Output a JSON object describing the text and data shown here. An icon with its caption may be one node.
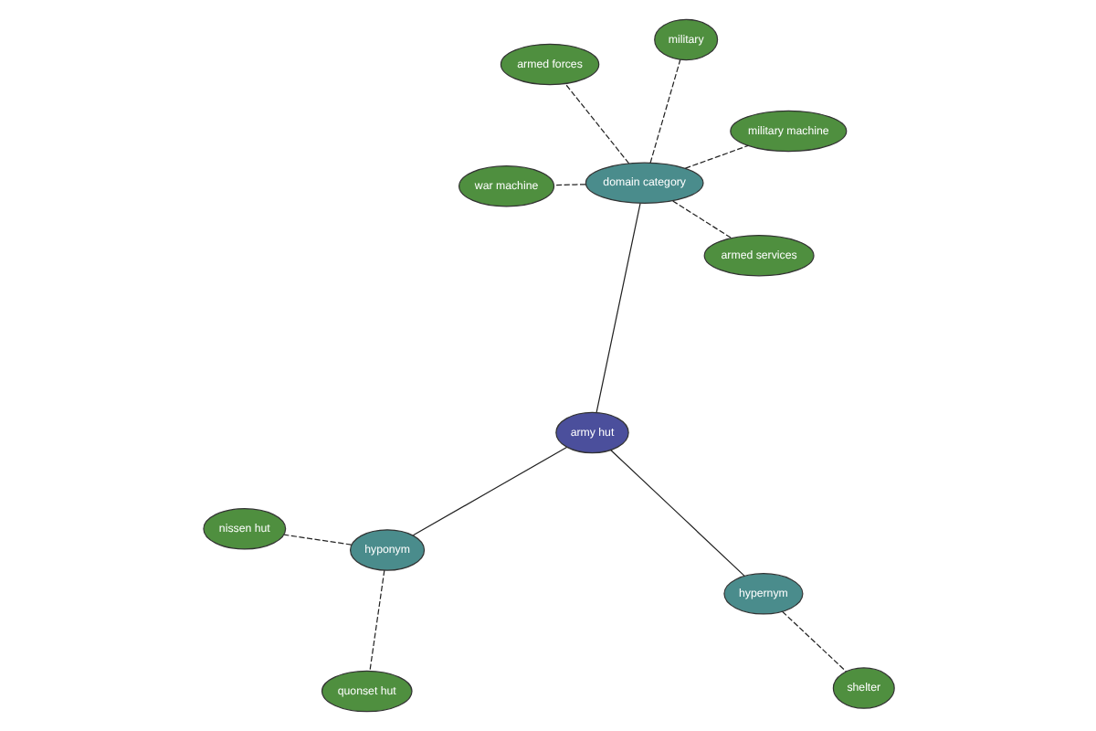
{
  "diagram": {
    "nodes": [
      {
        "text": [
          "army hut"
        ]
      },
      {
        "text": [
          "hypernym"
        ]
      },
      {
        "text": [
          "shelter"
        ]
      },
      {
        "text": [
          "domain category"
        ]
      },
      {
        "text": [
          "military"
        ]
      },
      {
        "text": [
          "armed forces"
        ]
      },
      {
        "text": [
          "war machine"
        ]
      },
      {
        "text": [
          "military machine"
        ]
      },
      {
        "text": [
          "armed services"
        ]
      },
      {
        "text": [
          "hyponym"
        ]
      },
      {
        "text": [
          "quonset hut"
        ]
      },
      {
        "text": [
          "nissen hut"
        ]
      }
    ],
    "edges": [
      {
        "from": 0,
        "to": 1,
        "arrow": "none"
      },
      {
        "from": 1,
        "to": 2,
        "arrow": "none",
        "style": "dashed"
      },
      {
        "from": 0,
        "to": 3,
        "arrow": "none"
      },
      {
        "from": 3,
        "to": 4,
        "arrow": "none",
        "style": "dashed"
      },
      {
        "from": 3,
        "to": 5,
        "arrow": "none",
        "style": "dashed"
      },
      {
        "from": 3,
        "to": 6,
        "arrow": "none",
        "style": "dashed"
      },
      {
        "from": 3,
        "to": 7,
        "arrow": "none",
        "style": "dashed"
      },
      {
        "from": 3,
        "to": 8,
        "arrow": "none",
        "style": "dashed"
      },
      {
        "from": 0,
        "to": 9,
        "arrow": "none"
      },
      {
        "from": 9,
        "to": 10,
        "arrow": "none",
        "style": "dashed"
      },
      {
        "from": 9,
        "to": 11,
        "arrow": "none",
        "style": "dashed"
      }
    ]
  }
}
